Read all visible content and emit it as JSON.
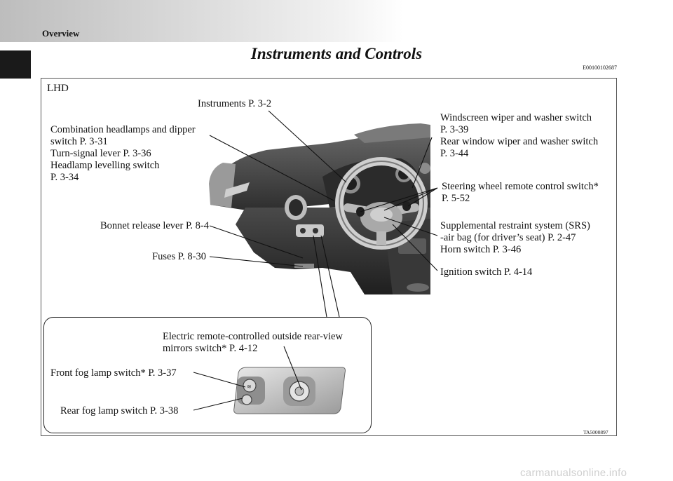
{
  "header": {
    "section": "Overview",
    "title": "Instruments and Controls",
    "code": "E00100102687"
  },
  "diagram": {
    "variant": "LHD",
    "figure_code": "TA5000897",
    "callouts": {
      "instruments": [
        "Instruments P. 3-2"
      ],
      "headlamps": [
        "Combination headlamps and dipper",
        "switch P. 3-31",
        "Turn-signal lever P. 3-36",
        "Headlamp levelling switch",
        "P. 3-34"
      ],
      "bonnet": [
        "Bonnet release lever P. 8-4"
      ],
      "fuses": [
        "Fuses P. 8-30"
      ],
      "wiper": [
        "Windscreen wiper and washer switch",
        "P. 3-39",
        "Rear window wiper and washer switch",
        "P. 3-44"
      ],
      "steering_remote": [
        "Steering wheel remote control switch*",
        "P. 5-52"
      ],
      "srs": [
        "Supplemental restraint system (SRS)",
        "-air bag (for driver’s seat) P. 2-47",
        "Horn switch P. 3-46"
      ],
      "ignition": [
        "Ignition switch P. 4-14"
      ]
    },
    "inset": {
      "mirrors": [
        "Electric remote-controlled outside rear-view",
        "mirrors switch* P. 4-12"
      ],
      "front_fog": [
        "Front fog lamp switch* P. 3-37"
      ],
      "rear_fog": [
        "Rear fog lamp switch P. 3-38"
      ]
    }
  },
  "watermark": "carmanualsonline.info"
}
